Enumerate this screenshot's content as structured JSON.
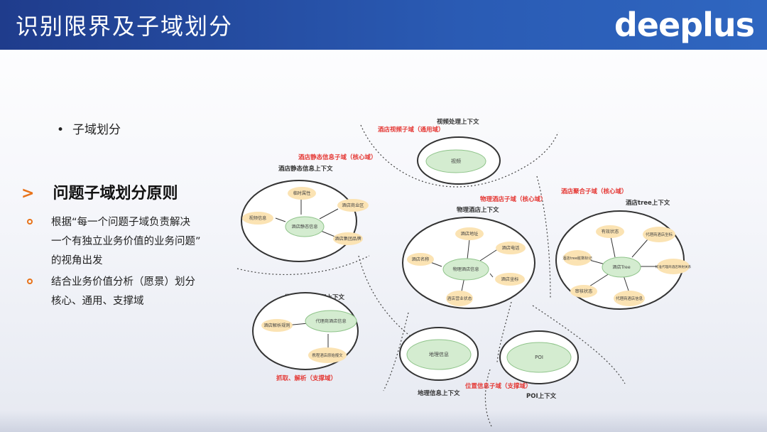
{
  "header": {
    "title": "识别限界及子域划分",
    "logo": "deeplus"
  },
  "bullet": "子域划分",
  "principle": {
    "arrow": ">",
    "title": "问题子域划分原则",
    "items": [
      {
        "lines": [
          "根据“每一个问题子域负责解决",
          "一个有独立业务价值的业务问题”",
          "的视角出发"
        ]
      },
      {
        "lines": [
          "结合业务价值分析（愿景）划分",
          "核心、通用、支撑域"
        ]
      }
    ]
  },
  "diagram": {
    "contexts": [
      {
        "id": "static",
        "title": "酒店静态信息上下文",
        "domain": "酒店静态信息子域（核心域）",
        "center": "酒店静态信息",
        "nodes": [
          "临时属性",
          "酒店商业区",
          "视频信息",
          "酒店集团品牌"
        ]
      },
      {
        "id": "video",
        "title": "视频处理上下文",
        "domain": "酒店视频子域（通用域）",
        "center": "视频",
        "nodes": []
      },
      {
        "id": "physical",
        "title": "物理酒店上下文",
        "domain": "物理酒店子域（核心域）",
        "center": "物理酒店信息",
        "nodes": [
          "酒店地址",
          "酒店电话",
          "酒店名称",
          "酒店坐标",
          "酒店营业状态"
        ]
      },
      {
        "id": "tree",
        "title": "酒店tree上下文",
        "domain": "酒店聚合子域（核心域）",
        "center": "酒店Tree",
        "nodes": [
          "有效状态",
          "代理商酒店坐标",
          "酒店tree脏数标记",
          "标准代理商酒店映射关系",
          "审核状态",
          "代理商酒店信息"
        ]
      },
      {
        "id": "agent",
        "title": "代理商酒店抓取上下文",
        "domain": "抓取、解析（支撑域）",
        "center": "代理商酒店信息",
        "nodes": [
          "酒店解析规则",
          "携程酒店原始报文"
        ]
      },
      {
        "id": "geo",
        "title": "地理信息上下文",
        "domain": "",
        "center": "地理信息",
        "nodes": []
      },
      {
        "id": "poi",
        "title": "POI上下文",
        "domain": "位置信息子域（支撑域）",
        "center": "POI",
        "nodes": []
      }
    ]
  },
  "colors": {
    "header": "#2a5bb4",
    "accent": "#e8731a",
    "domain_label": "#e53935",
    "center_fill": "#d4ecd0",
    "node_fill": "#fbe3b3"
  }
}
